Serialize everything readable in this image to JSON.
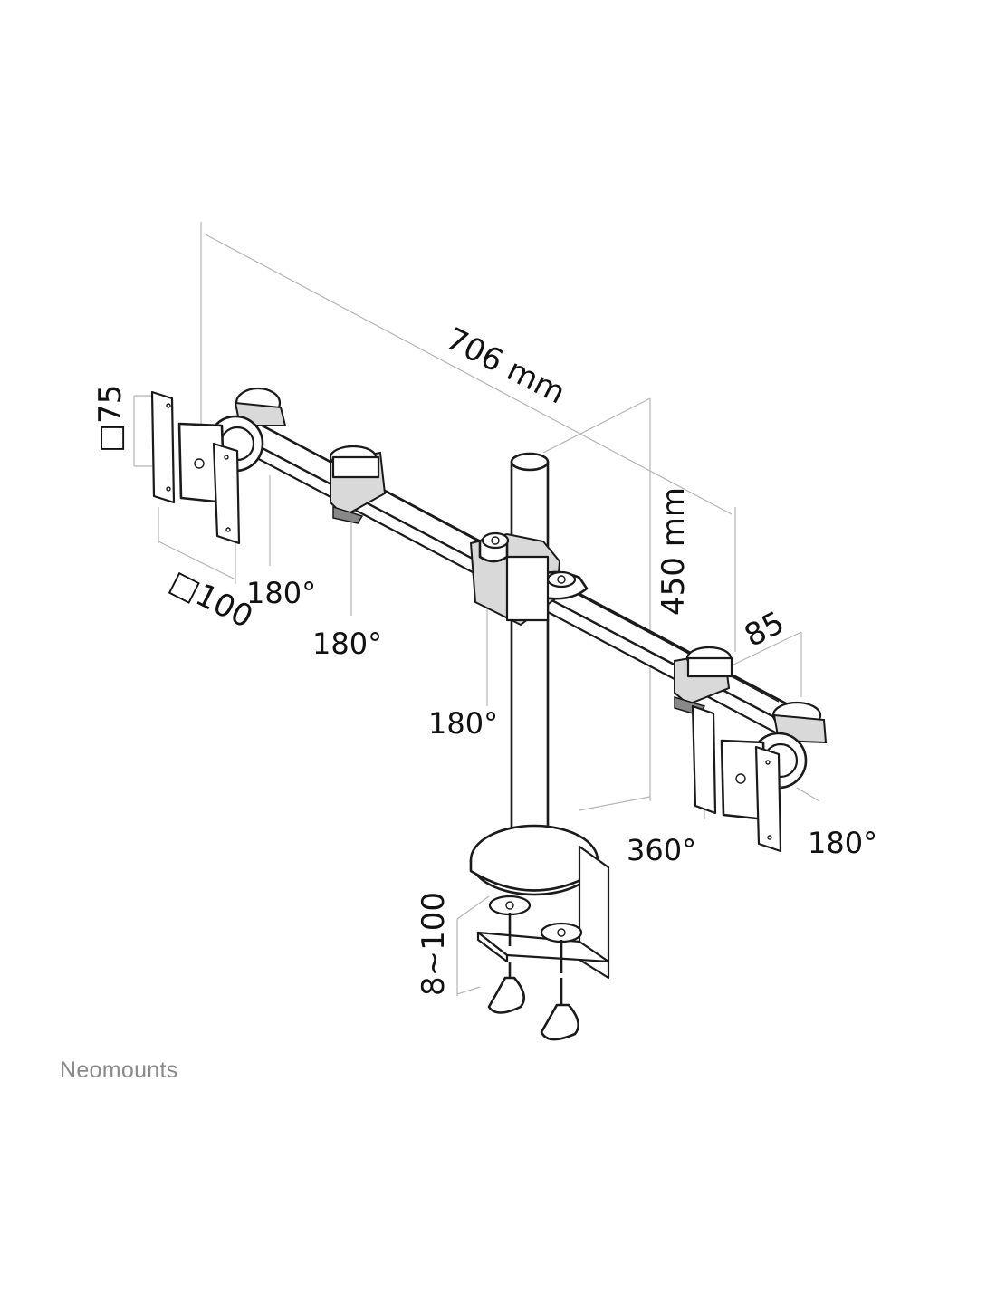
{
  "dimensions": {
    "width": "706 mm",
    "height": "450 mm",
    "depth": "85",
    "vesa_75": "□75",
    "vesa_100": "□100",
    "clamp_range": "8~100"
  },
  "rotations": {
    "left_plate_tilt": "180°",
    "left_inner_arm": "180°",
    "center_arm": "180°",
    "right_arm_swivel": "360°",
    "right_plate_tilt": "180°"
  },
  "brand": "Neomounts",
  "colors": {
    "line": "#1a1a1a",
    "dimension": "#b5b5b5",
    "brand": "#8a8a8a"
  }
}
